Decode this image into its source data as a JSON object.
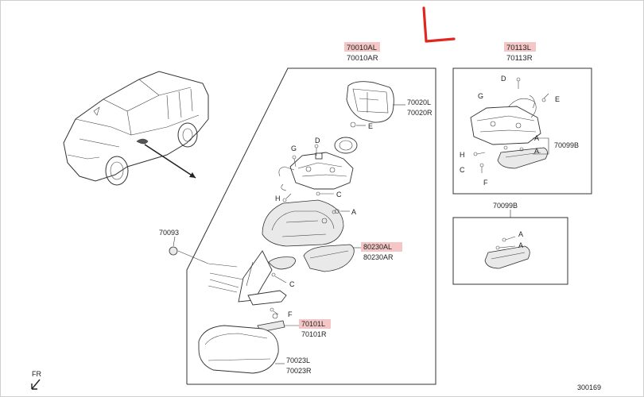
{
  "diagram": {
    "handwritten_mark": "L",
    "fr_label": "FR",
    "figure_code": "300169",
    "callouts": {
      "main_left": "70010AL",
      "main_right": "70010AR",
      "glass_l": "70020L",
      "glass_r": "70020R",
      "side_left": "70113L",
      "side_right": "70113R",
      "cover_set": "70099B",
      "cover_set_box": "70099B",
      "clip": "70093",
      "lamp_l": "80230AL",
      "lamp_r": "80230AR",
      "base_l": "70101L",
      "base_r": "70101R",
      "cap_l": "70023L",
      "cap_r": "70023R"
    },
    "letters": {
      "d": "D",
      "e": "E",
      "g": "G",
      "h": "H",
      "c": "C",
      "a": "A",
      "f": "F",
      "side_d": "D",
      "side_e": "E",
      "side_g": "G",
      "side_h": "H",
      "side_c": "C",
      "side_f": "F",
      "side_a1": "A",
      "side_a2": "A",
      "box_a1": "A",
      "box_a2": "A",
      "main_c2": "C",
      "main_f": "F"
    }
  }
}
